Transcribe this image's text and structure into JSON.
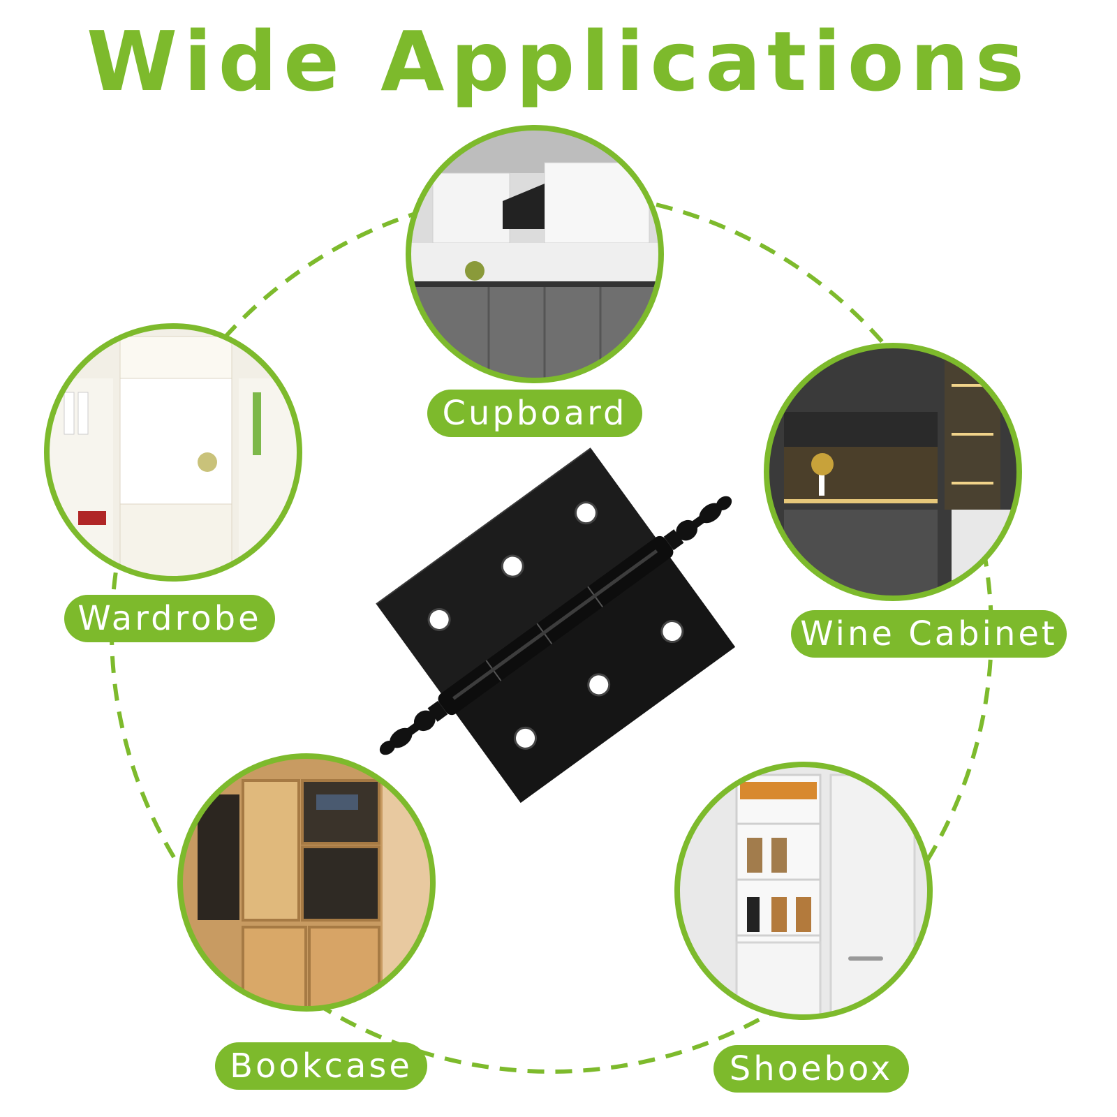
{
  "colors": {
    "accent": "#7dba2c",
    "background": "#ffffff",
    "hinge": "#111111"
  },
  "title": "Wide Applications",
  "applications": [
    {
      "id": "cupboard",
      "label": "Cupboard",
      "image": "white-and-gray-kitchen-cabinets"
    },
    {
      "id": "wardrobe",
      "label": "Wardrobe",
      "image": "white-wardrobe-with-clothes-and-vanity"
    },
    {
      "id": "wine-cabinet",
      "label": "Wine Cabinet",
      "image": "dark-wine-cabinet-with-lit-shelves"
    },
    {
      "id": "bookcase",
      "label": "Bookcase",
      "image": "wooden-bookcase-with-cabinets"
    },
    {
      "id": "shoebox",
      "label": "Shoebox",
      "image": "white-shoe-cabinet-with-shoes"
    }
  ],
  "product": {
    "image": "black-butt-hinge-with-finials"
  }
}
